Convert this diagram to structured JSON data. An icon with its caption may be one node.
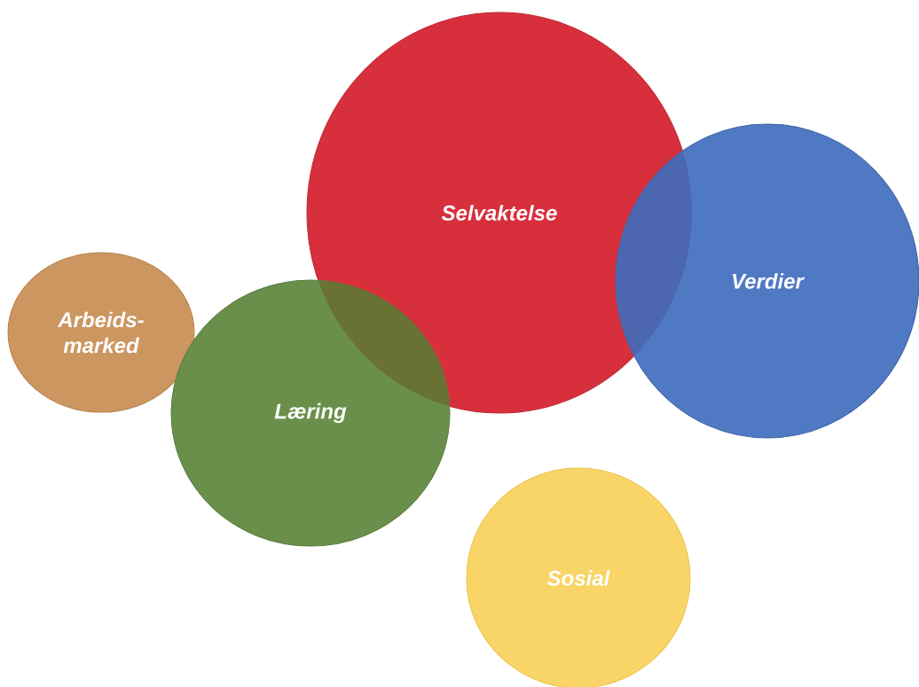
{
  "diagram": {
    "nodes": [
      {
        "text": [
          "Selvaktelse"
        ]
      },
      {
        "text": [
          "Verdier"
        ]
      },
      {
        "text": [
          "Arbeids- marked"
        ]
      },
      {
        "text": [
          "Læring"
        ]
      },
      {
        "text": [
          "Sosial"
        ]
      }
    ]
  }
}
